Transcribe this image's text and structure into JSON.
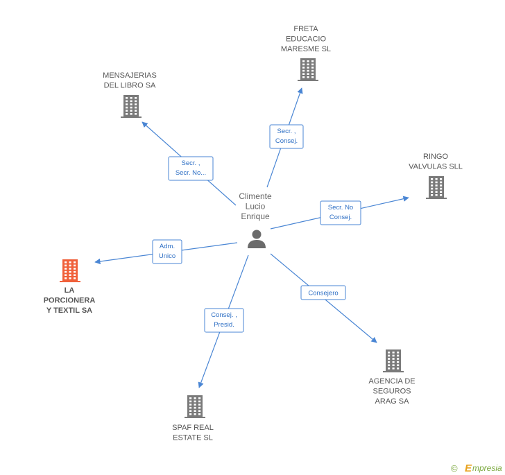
{
  "person": {
    "lines": [
      "Climente",
      "Lucio",
      "Enrique"
    ],
    "icon": "person-icon"
  },
  "companies": [
    {
      "id": "freta",
      "lines": [
        "FRETA",
        "EDUCACIO",
        "MARESME  SL"
      ],
      "highlight": false,
      "icon": "building-icon"
    },
    {
      "id": "mensajerias",
      "lines": [
        "MENSAJERIAS",
        "DEL LIBRO SA"
      ],
      "highlight": false,
      "icon": "building-icon"
    },
    {
      "id": "ringo",
      "lines": [
        "RINGO",
        "VALVULAS SLL"
      ],
      "highlight": false,
      "icon": "building-icon"
    },
    {
      "id": "porcionera",
      "lines": [
        "LA",
        "PORCIONERA",
        "Y TEXTIL SA"
      ],
      "highlight": true,
      "icon": "building-icon"
    },
    {
      "id": "agencia",
      "lines": [
        "AGENCIA DE",
        "SEGUROS",
        "ARAG SA"
      ],
      "highlight": false,
      "icon": "building-icon"
    },
    {
      "id": "spaf",
      "lines": [
        "SPAF REAL",
        "ESTATE SL"
      ],
      "highlight": false,
      "icon": "building-icon"
    }
  ],
  "relations": [
    {
      "to": "freta",
      "role": [
        "Secr. ,",
        "Consej."
      ]
    },
    {
      "to": "mensajerias",
      "role": [
        "Secr. ,",
        "Secr. No..."
      ]
    },
    {
      "to": "ringo",
      "role": [
        "Secr.  No",
        "Consej."
      ]
    },
    {
      "to": "porcionera",
      "role": [
        "Adm.",
        "Unico"
      ]
    },
    {
      "to": "agencia",
      "role": [
        "Consejero"
      ]
    },
    {
      "to": "spaf",
      "role": [
        "Consej. ,",
        "Presid."
      ]
    }
  ],
  "colors": {
    "edge": "#4a86d4",
    "building": "#7a7a7a",
    "focus_building": "#f0603a",
    "person": "#6b6b6b"
  },
  "footer": {
    "copyright_symbol": "©",
    "brand_initial": "E",
    "brand_rest": "mpresia"
  }
}
